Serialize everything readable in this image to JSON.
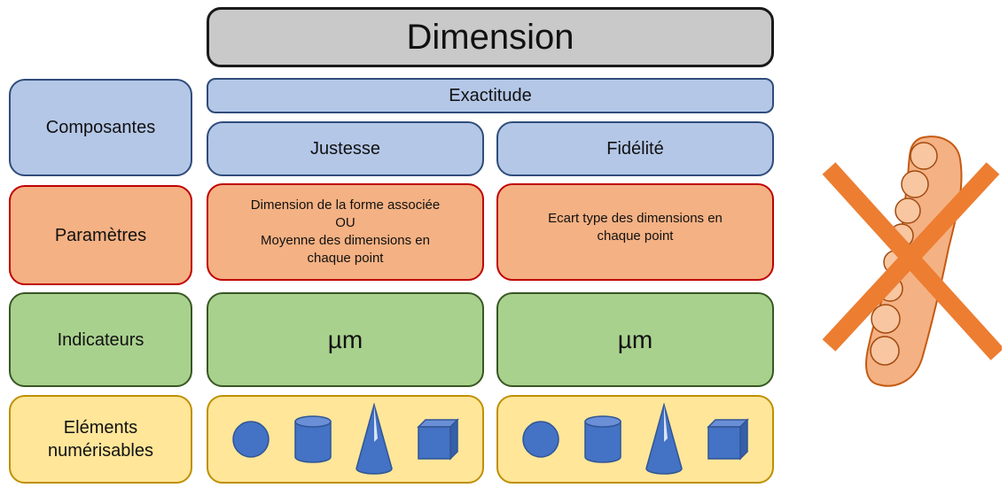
{
  "title": "Dimension",
  "exactitude": "Exactitude",
  "columns": {
    "justesse": "Justesse",
    "fidelite": "Fidélité"
  },
  "rows": {
    "composantes": "Composantes",
    "parametres": "Paramètres",
    "indicateurs": "Indicateurs",
    "elements_line1": "Eléments",
    "elements_line2": "numérisables"
  },
  "parameters": {
    "justesse": [
      "Dimension de la forme associée",
      "OU",
      "Moyenne des dimensions en",
      "chaque point"
    ],
    "fidelite": [
      "Ecart type des dimensions en",
      "chaque point"
    ]
  },
  "indicators": {
    "justesse": "µm",
    "fidelite": "µm"
  },
  "shape_icons": [
    "sphere-icon",
    "cylinder-icon",
    "cone-icon",
    "cube-icon"
  ],
  "colors": {
    "title_fill": "#c9c9c9",
    "blue_fill": "#b4c7e7",
    "orange_fill": "#f4b183",
    "green_fill": "#a9d18e",
    "yellow_fill": "#ffe699",
    "shape_fill": "#4472c4",
    "cross": "#ed7d31"
  }
}
